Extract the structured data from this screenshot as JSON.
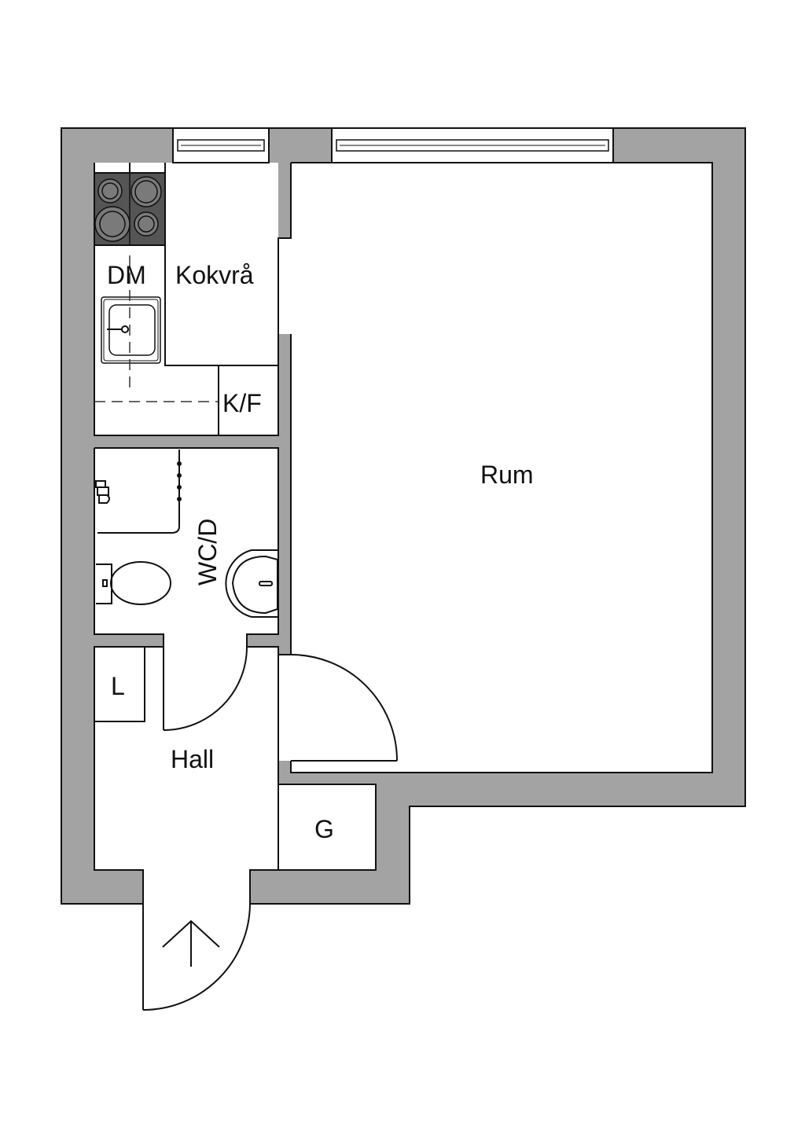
{
  "floorplan": {
    "rooms": {
      "kitchen": "Kokvrå",
      "dishwasher": "DM",
      "fridge_freezer": "K/F",
      "living_room": "Rum",
      "bathroom": "WC/D",
      "hall": "Hall",
      "linen_closet": "L",
      "wardrobe": "G"
    },
    "colors": {
      "wall": "#a3a3a3",
      "stove": "#555555",
      "line": "#111111"
    }
  }
}
